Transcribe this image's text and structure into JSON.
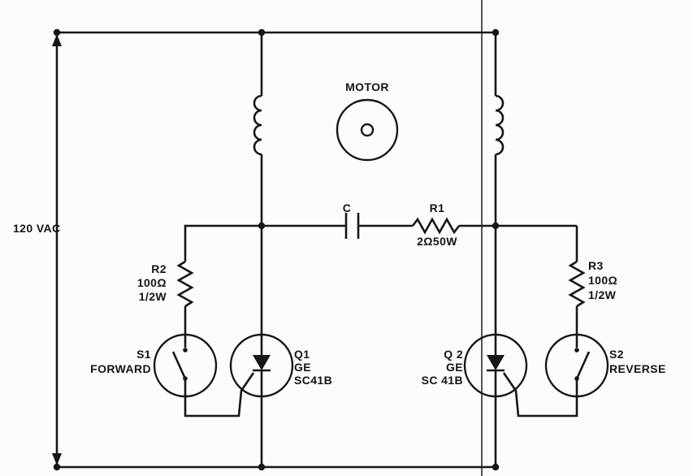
{
  "supply": {
    "label": "120 VAC"
  },
  "motor": {
    "label": "MOTOR"
  },
  "capacitor": {
    "label": "C"
  },
  "resistors": {
    "r1": {
      "label": "R1",
      "value": "2Ω50W"
    },
    "r2": {
      "label": "R2",
      "value": "100Ω",
      "rating": "1/2W"
    },
    "r3": {
      "label": "R3",
      "value": "100Ω",
      "rating": "1/2W"
    }
  },
  "switches": {
    "s1": {
      "label": "S1",
      "function": "FORWARD"
    },
    "s2": {
      "label": "S2",
      "function": "REVERSE"
    }
  },
  "scrs": {
    "q1": {
      "label": "Q1",
      "mfr": "GE",
      "part": "SC41B"
    },
    "q2": {
      "label": "Q 2",
      "mfr": "GE",
      "part": "SC 41B"
    }
  },
  "colors": {
    "ink": "#161616",
    "background": "#fcfcfa"
  }
}
